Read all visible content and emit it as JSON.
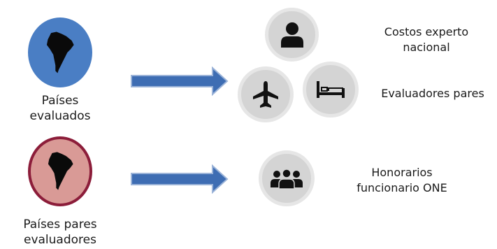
{
  "groups": {
    "evaluated": {
      "caption_line1": "Países",
      "caption_line2": "evaluados",
      "circle_fill": "#4a7ec4",
      "circle_border": "#4a7ec4"
    },
    "peer": {
      "caption_line1": "Países pares",
      "caption_line2": "evaluadores",
      "circle_fill": "#d99a96",
      "circle_border": "#8c1d3a"
    }
  },
  "costs": {
    "national_expert": {
      "line1": "Costos experto",
      "line2": "nacional",
      "icon": "person-icon"
    },
    "peer_evaluators": {
      "line1": "Evaluadores pares",
      "icons": [
        "airplane-icon",
        "bed-icon"
      ]
    },
    "one_official": {
      "line1": "Honorarios",
      "line2": "funcionario ONE",
      "icon": "group-icon"
    }
  },
  "colors": {
    "arrow_fill": "#3e6db3",
    "arrow_border": "#9bb3d8",
    "icon_circle": "#d4d4d4",
    "icon_glyph": "#111111"
  }
}
